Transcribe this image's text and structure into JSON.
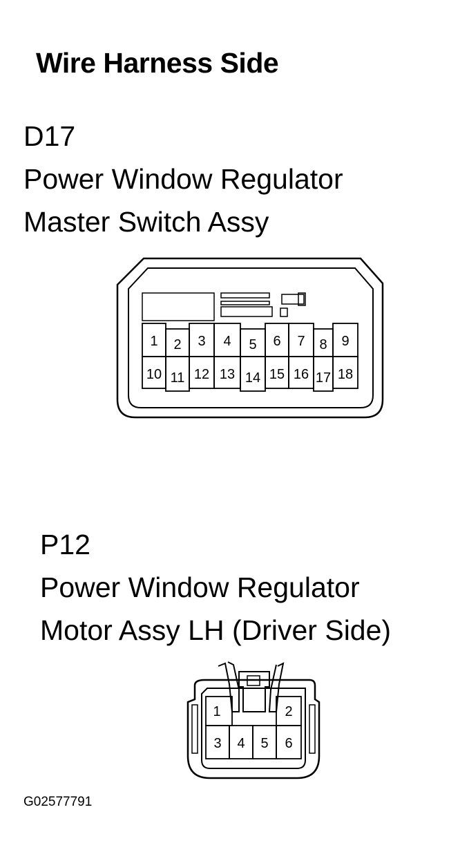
{
  "heading": "Wire Harness Side",
  "figure_id": "G02577791",
  "connectors": [
    {
      "code": "D17",
      "name_lines": [
        "Power Window Regulator",
        "Master Switch Assy"
      ],
      "pins_top": [
        "1",
        "2",
        "3",
        "4",
        "5",
        "6",
        "7",
        "8",
        "9"
      ],
      "pins_bottom": [
        "10",
        "11",
        "12",
        "13",
        "14",
        "15",
        "16",
        "17",
        "18"
      ]
    },
    {
      "code": "P12",
      "name_lines": [
        "Power Window Regulator",
        "Motor Assy LH (Driver Side)"
      ],
      "pins_top": [
        "1",
        "2"
      ],
      "pins_bottom": [
        "3",
        "4",
        "5",
        "6"
      ]
    }
  ]
}
